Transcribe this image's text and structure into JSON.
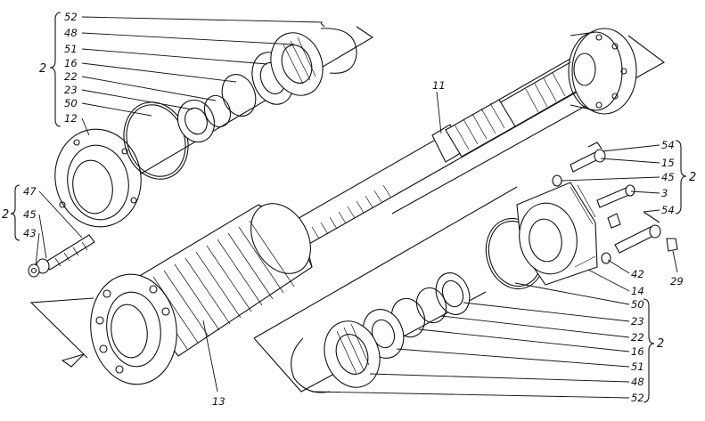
{
  "top_left_callouts": [
    {
      "key": "tl52",
      "text": "52"
    },
    {
      "key": "tl48",
      "text": "48"
    },
    {
      "key": "tl51",
      "text": "51"
    },
    {
      "key": "tl16",
      "text": "16"
    },
    {
      "key": "tl22",
      "text": "22"
    },
    {
      "key": "tl23",
      "text": "23"
    },
    {
      "key": "tl50",
      "text": "50"
    },
    {
      "key": "tl12",
      "text": "12"
    }
  ],
  "top_left_group_qty": "2",
  "left_callouts": [
    {
      "key": "l47",
      "text": "47"
    },
    {
      "key": "l45",
      "text": "45"
    },
    {
      "key": "l43",
      "text": "43"
    }
  ],
  "left_group_qty": "2",
  "shaft_callout": "11",
  "housing_callout": "13",
  "right_callouts": [
    {
      "key": "r54a",
      "text": "54"
    },
    {
      "key": "r15",
      "text": "15"
    },
    {
      "key": "r45",
      "text": "45"
    },
    {
      "key": "r3",
      "text": "3"
    },
    {
      "key": "r54b",
      "text": "54"
    }
  ],
  "right_group_qty": "2",
  "right_mid_callouts": [
    {
      "key": "r42",
      "text": "42"
    },
    {
      "key": "r29",
      "text": "29"
    },
    {
      "key": "r14",
      "text": "14"
    }
  ],
  "bottom_right_callouts": [
    {
      "key": "br50",
      "text": "50"
    },
    {
      "key": "br23",
      "text": "23"
    },
    {
      "key": "br22",
      "text": "22"
    },
    {
      "key": "br16",
      "text": "16"
    },
    {
      "key": "br51",
      "text": "51"
    },
    {
      "key": "br48",
      "text": "48"
    },
    {
      "key": "br52",
      "text": "52"
    }
  ],
  "bottom_right_group_qty": "2"
}
